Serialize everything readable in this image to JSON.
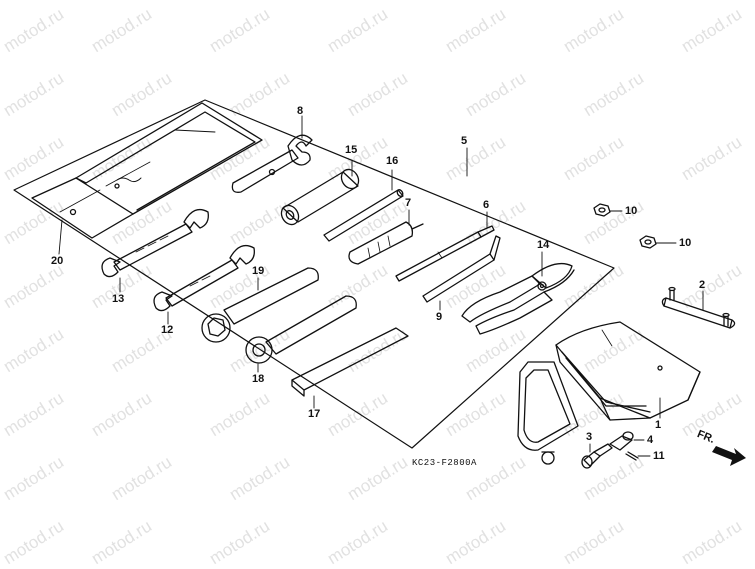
{
  "watermark": "motod.ru",
  "reference_code": "KC23-F2800A",
  "front_indicator": "FR.",
  "callouts": {
    "c1": "1",
    "c2": "2",
    "c3": "3",
    "c4": "4",
    "c5": "5",
    "c6": "6",
    "c7": "7",
    "c8": "8",
    "c9": "9",
    "c10a": "10",
    "c10b": "10",
    "c11": "11",
    "c12": "12",
    "c13": "13",
    "c14": "14",
    "c15": "15",
    "c16": "16",
    "c17": "17",
    "c18": "18",
    "c19": "19",
    "c20": "20"
  }
}
